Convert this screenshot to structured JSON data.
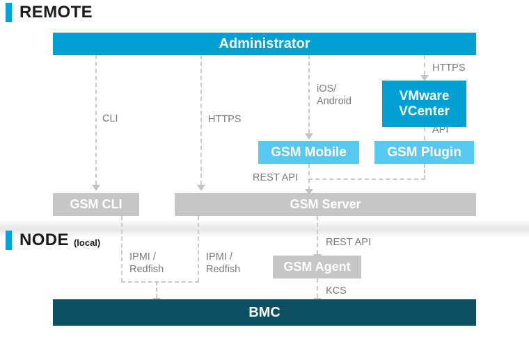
{
  "sections": {
    "remote": {
      "title": "REMOTE",
      "sub": ""
    },
    "node": {
      "title": "NODE",
      "sub": "(local)"
    }
  },
  "colors": {
    "accent_blue": "#00a0d2",
    "light_blue": "#57c8ef",
    "gray_box": "#c6c6c6",
    "dark_teal": "#0b4f63",
    "connector_gray": "#c9c9c9",
    "label_gray": "#7a7a7a",
    "section_bar": "#00a4dc"
  },
  "nodes": {
    "administrator": {
      "label": "Administrator"
    },
    "vmware_vcenter": {
      "label": "VMware\nVCenter"
    },
    "gsm_mobile": {
      "label": "GSM Mobile"
    },
    "gsm_plugin": {
      "label": "GSM Plugin"
    },
    "gsm_cli": {
      "label": "GSM CLI"
    },
    "gsm_server": {
      "label": "GSM Server"
    },
    "gsm_agent": {
      "label": "GSM Agent"
    },
    "bmc": {
      "label": "BMC"
    }
  },
  "connectors": {
    "admin_to_cli": {
      "label": "CLI"
    },
    "admin_to_server": {
      "label": "HTTPS"
    },
    "admin_to_mobile": {
      "label": "iOS/\nAndroid"
    },
    "admin_to_vcenter": {
      "label": "HTTPS"
    },
    "plugin_to_vcenter": {
      "label": "API"
    },
    "plugin_to_server": {
      "label": "REST API"
    },
    "server_to_agent": {
      "label": "REST API"
    },
    "cli_to_bmc": {
      "label": "IPMI /\nRedfish"
    },
    "server_to_bmc": {
      "label": "IPMI /\nRedfish"
    },
    "agent_to_bmc": {
      "label": "KCS"
    }
  }
}
